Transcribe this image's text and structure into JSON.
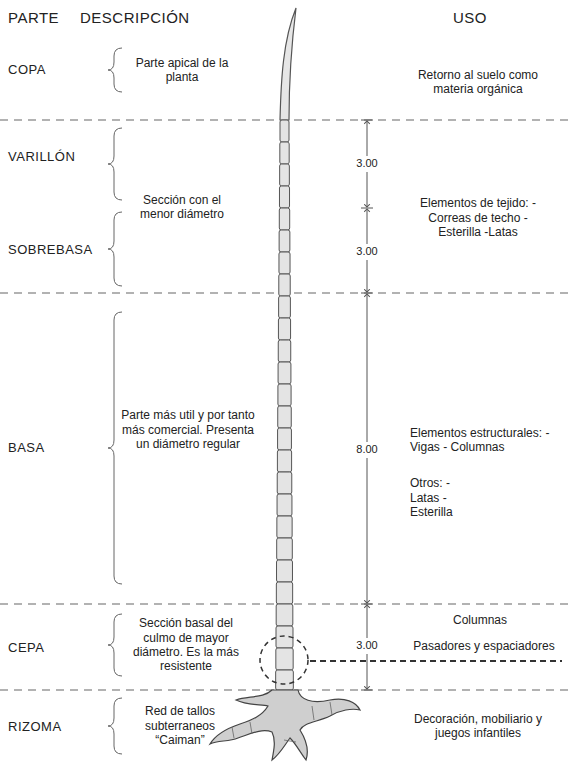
{
  "diagram": {
    "labels": [
      "PARTE",
      "DESCRIPCIÓN",
      "USO",
      "COPA",
      "Parte apical de la planta",
      "Retorno al suelo como materia orgánica",
      "VARILLÓN",
      "3.00",
      "Sección con el menor diámetro",
      "Elementos de tejido: - Correas de techo - Esterilla -Latas",
      "SOBREBASA",
      "3.00",
      "BASA",
      "Parte más util y por tanto más comercial. Presenta un diámetro regular",
      "8.00",
      "Elementos estructurales: - Vigas - Columnas",
      "Otros: - Latas - Esterilla",
      "CEPA",
      "Sección basal del culmo de mayor diámetro. Es la más resistente",
      "3.00",
      "Columnas",
      "Pasadores y espaciadores",
      "RIZOMA",
      "Red de tallos subterraneos “Caiman”",
      "Decoración, mobiliario y juegos infantiles"
    ]
  }
}
